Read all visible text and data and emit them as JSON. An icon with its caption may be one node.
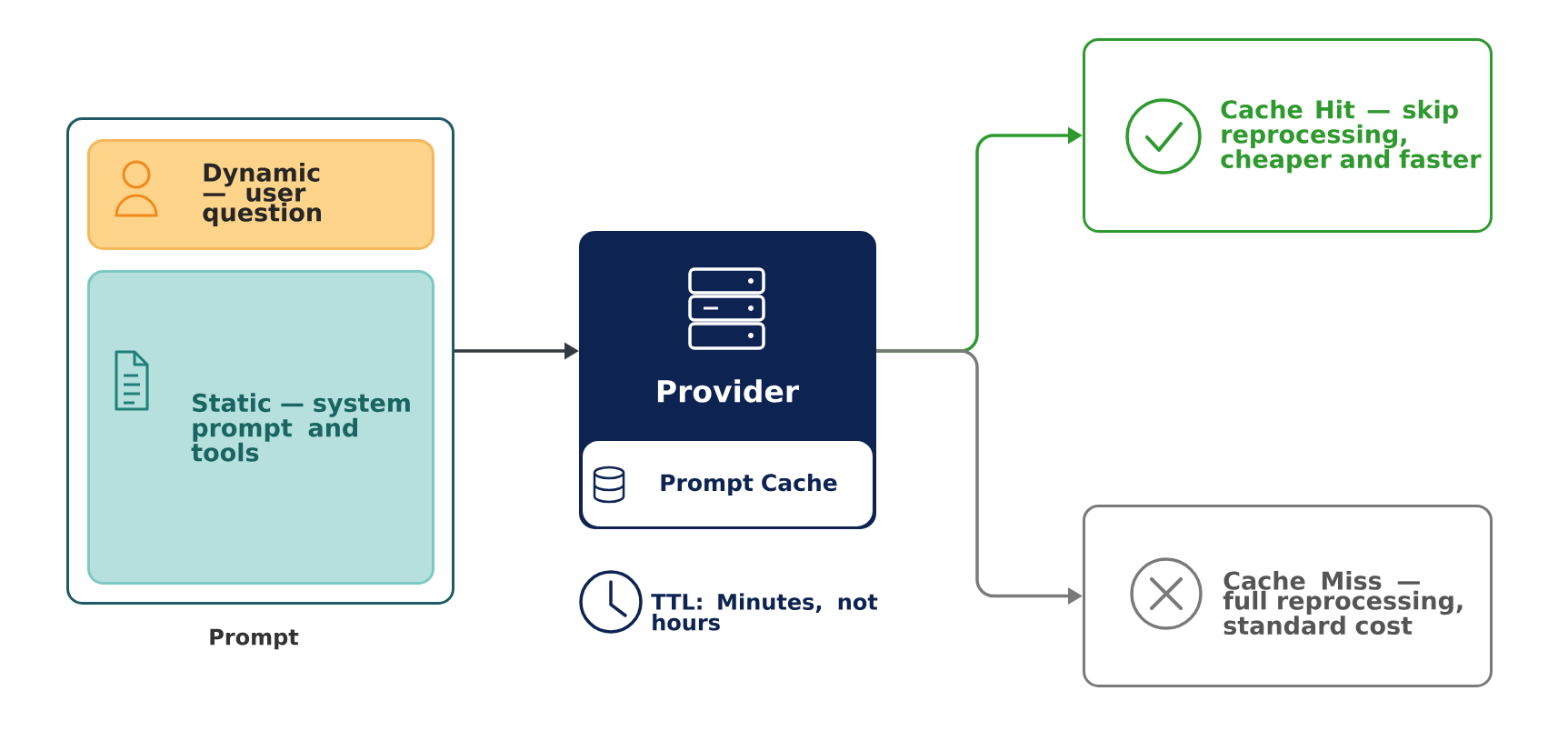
{
  "diagram": {
    "nodes": [
      {
        "text": [
          "Prompt"
        ]
      },
      {
        "text": [
          "Dynamic — user question"
        ],
        "in": 0
      },
      {
        "text": [
          "Static — system prompt and tools"
        ],
        "in": 0
      },
      {
        "text": [
          "Provider"
        ]
      },
      {
        "text": [
          "Prompt Cache"
        ],
        "in": 3
      },
      {
        "text": [
          "Cache Hit — skip reprocessing, cheaper and faster"
        ]
      },
      {
        "text": [
          "Cache Miss — full reprocessing, standard cost"
        ]
      }
    ],
    "edges": [
      {
        "from": 0,
        "to": 3,
        "arrow": "to",
        "color": "#333a40"
      },
      {
        "from": 3,
        "to": 5,
        "arrow": "to",
        "color": "#2e9a2e"
      },
      {
        "from": 3,
        "to": 6,
        "arrow": "to",
        "color": "#7a7a7a"
      }
    ],
    "labels": [
      "TTL: Minutes, not hours"
    ]
  }
}
